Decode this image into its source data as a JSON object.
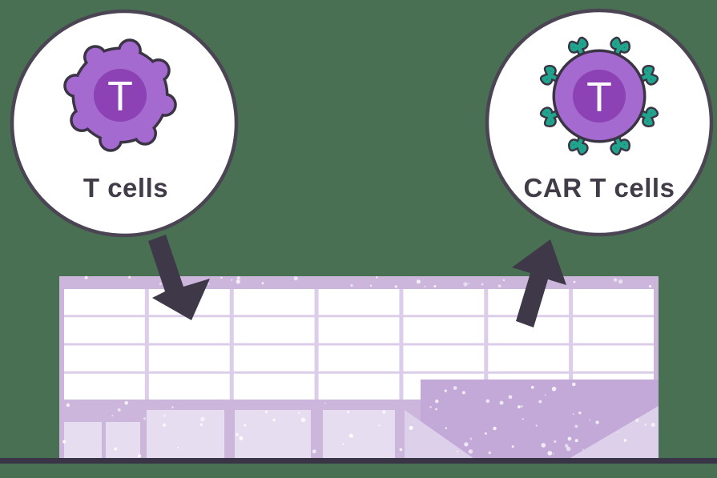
{
  "scene": {
    "left_label": "T cells",
    "right_label": "CAR T cells",
    "left_cell_letter": "T",
    "right_cell_letter": "T"
  },
  "colors": {
    "background": "#4a7054",
    "circle_fill": "#ffffff",
    "circle_stroke": "#4a4453",
    "label_text": "#413c48",
    "cell_outline": "#3a3444",
    "cell_body": "#a56ad0",
    "cell_inner": "#8c42b4",
    "cell_letter": "#fdfbff",
    "receptor_teal": "#21a48e",
    "facade": "#ccb6dc",
    "mullion": "#dccdea",
    "window": "#ffffff",
    "door": "#e7ddf1",
    "entrance": "#c3a9d7",
    "ramp": "#ddd0ea",
    "speckle": "#ffffff",
    "ground_line": "#3a3447",
    "arrow": "#3e3849"
  }
}
